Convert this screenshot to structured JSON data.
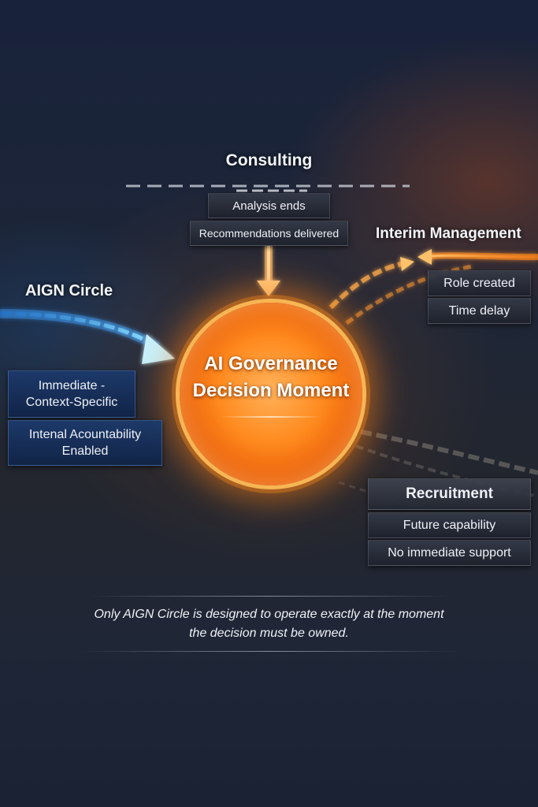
{
  "central": {
    "line1": "AI Governance",
    "line2": "Decision Moment"
  },
  "consulting": {
    "title": "Consulting",
    "items": [
      "Analysis ends",
      "Recommendations delivered"
    ]
  },
  "interim": {
    "title": "Interim Management",
    "items": [
      "Role created",
      "Time delay"
    ]
  },
  "aign": {
    "title": "AIGN Circle",
    "items": [
      {
        "line1": "Immediate -",
        "line2": "Context-Specific"
      },
      {
        "line1": "Intenal Acountability",
        "line2": "Enabled"
      }
    ]
  },
  "recruitment": {
    "title": "Recruitment",
    "items": [
      "Future capability",
      "No immediate support"
    ]
  },
  "footer": {
    "line1": "Only AIGN Circle is designed to operate exactly at the moment",
    "line2": "the decision must be owned."
  },
  "colors": {
    "aign_blue": "#5ec8ff",
    "focus_orange": "#ff8a1e",
    "box_dark": "#2c313c"
  }
}
